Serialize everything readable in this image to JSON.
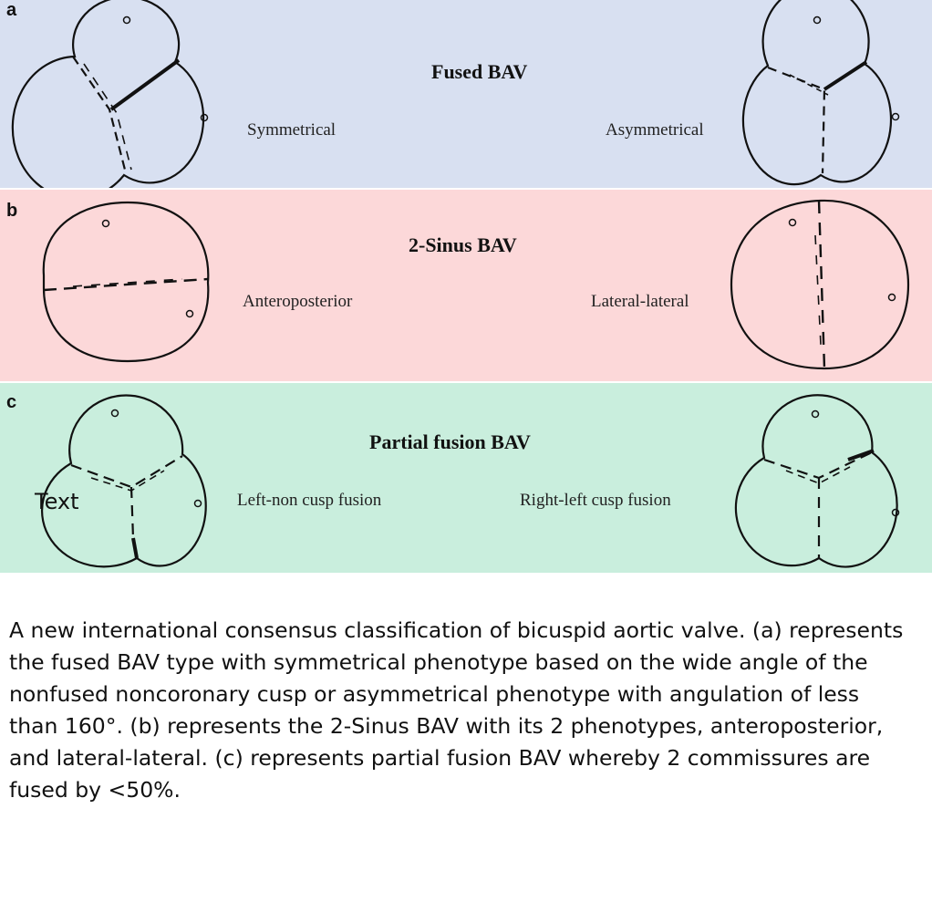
{
  "colors": {
    "panel_a": "#d8e0f1",
    "panel_b": "#fcd8d9",
    "panel_c": "#c9eedd",
    "stroke": "#111111"
  },
  "panels": [
    {
      "label": "a",
      "title": "Fused BAV",
      "left": "Symmetrical",
      "right": "Asymmetrical"
    },
    {
      "label": "b",
      "title": "2-Sinus BAV",
      "left": "Anteroposterior",
      "right": "Lateral-lateral"
    },
    {
      "label": "c",
      "title": "Partial fusion BAV",
      "left": "Left-non cusp fusion",
      "right": "Right-left cusp fusion"
    }
  ],
  "overlay_text": "Text",
  "caption": "A new international consensus classification of bicuspid aortic valve. (a) represents the fused BAV type with symmetrical phenotype based on the wide angle of the nonfused noncoronary cusp or asymmetrical phenotype with angulation of less than 160°. (b) represents the 2-Sinus BAV with its 2 phenotypes, anteroposterior, and lateral-lateral. (c) represents partial fusion BAV whereby 2 commissures are fused by <50%."
}
